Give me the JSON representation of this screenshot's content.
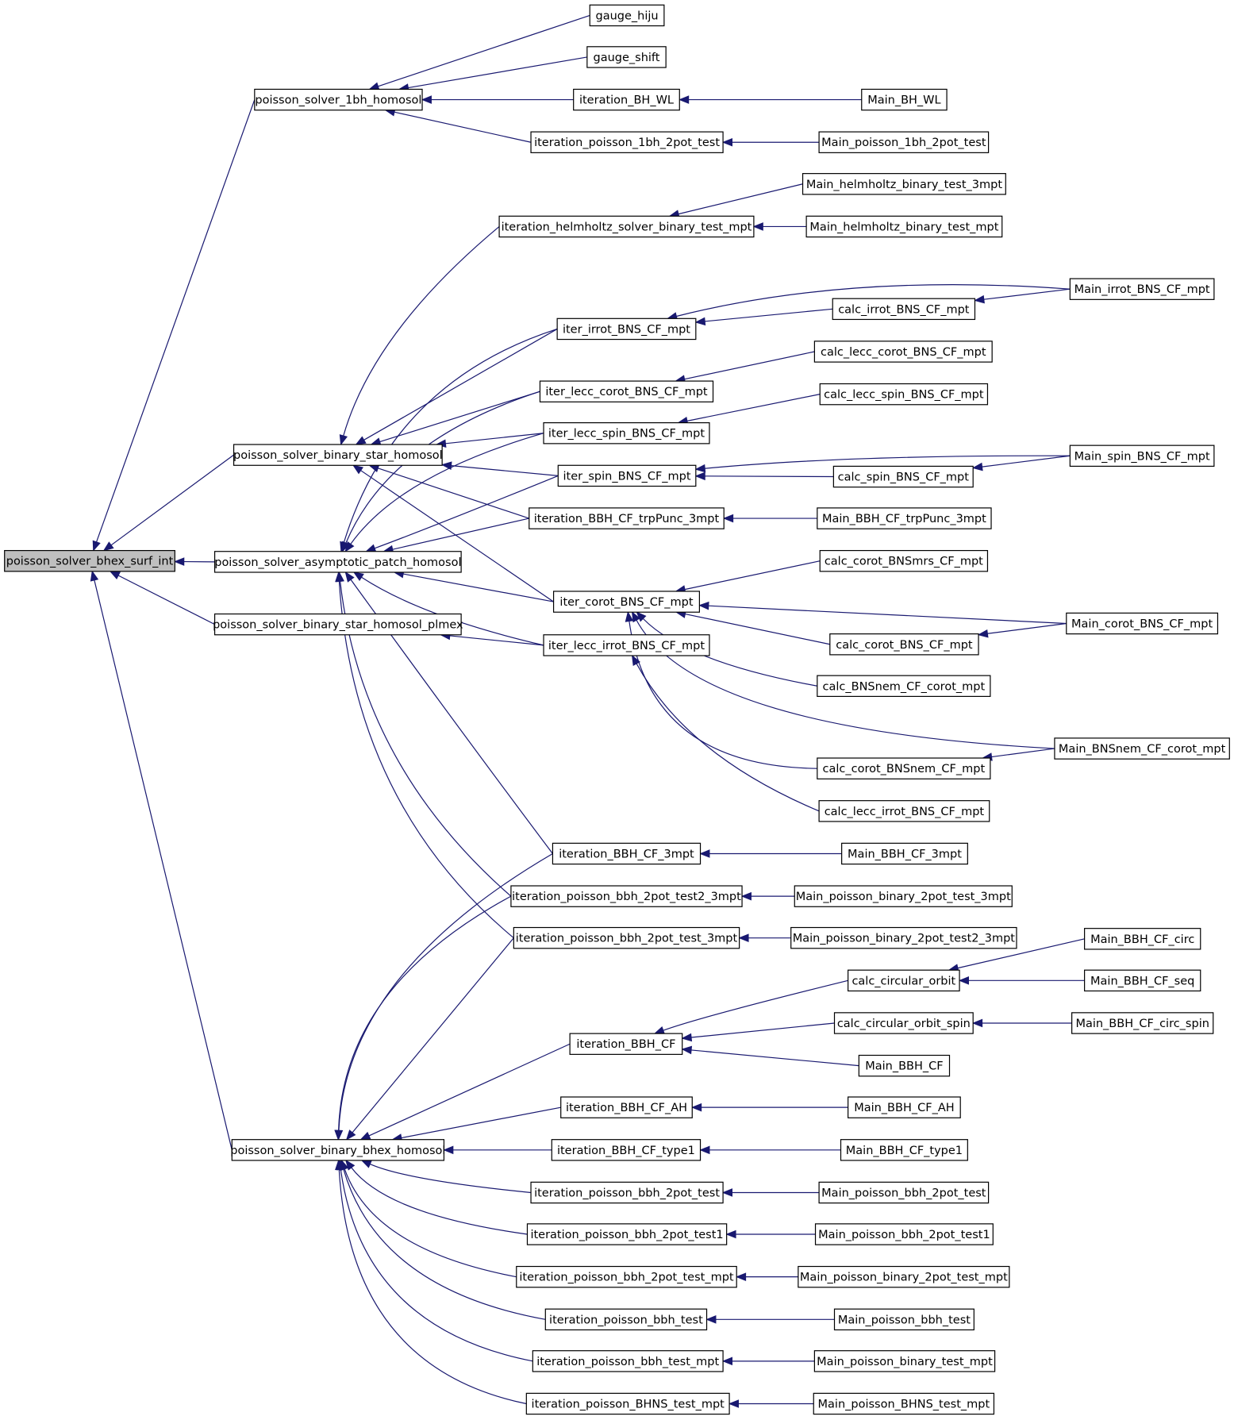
{
  "colors": {
    "edge": "#191970",
    "root_fill": "#bfbfbf",
    "node_fill": "#ffffff",
    "border": "#000000"
  },
  "root": "poisson_solver_bhex_surf_int",
  "nodes": [
    "poisson_solver_bhex_surf_int",
    "poisson_solver_1bh_homosol",
    "poisson_solver_binary_star_homosol",
    "poisson_solver_asymptotic_patch_homosol",
    "poisson_solver_binary_star_homosol_plmex",
    "poisson_solver_binary_bhex_homosol",
    "gauge_hiju",
    "gauge_shift",
    "iteration_BH_WL",
    "iteration_poisson_1bh_2pot_test",
    "iteration_helmholtz_solver_binary_test_mpt",
    "iter_irrot_BNS_CF_mpt",
    "iter_lecc_corot_BNS_CF_mpt",
    "iter_lecc_spin_BNS_CF_mpt",
    "iter_spin_BNS_CF_mpt",
    "iteration_BBH_CF_trpPunc_3mpt",
    "iter_corot_BNS_CF_mpt",
    "iter_lecc_irrot_BNS_CF_mpt",
    "iteration_BBH_CF_3mpt",
    "iteration_poisson_bbh_2pot_test2_3mpt",
    "iteration_poisson_bbh_2pot_test_3mpt",
    "iteration_BBH_CF",
    "iteration_BBH_CF_AH",
    "iteration_BBH_CF_type1",
    "iteration_poisson_bbh_2pot_test",
    "iteration_poisson_bbh_2pot_test1",
    "iteration_poisson_bbh_2pot_test_mpt",
    "iteration_poisson_bbh_test",
    "iteration_poisson_bbh_test_mpt",
    "iteration_poisson_BHNS_test_mpt",
    "Main_BH_WL",
    "Main_poisson_1bh_2pot_test",
    "Main_helmholtz_binary_test_3mpt",
    "Main_helmholtz_binary_test_mpt",
    "calc_irrot_BNS_CF_mpt",
    "calc_lecc_corot_BNS_CF_mpt",
    "calc_lecc_spin_BNS_CF_mpt",
    "calc_spin_BNS_CF_mpt",
    "Main_BBH_CF_trpPunc_3mpt",
    "calc_corot_BNSmrs_CF_mpt",
    "calc_corot_BNS_CF_mpt",
    "calc_BNSnem_CF_corot_mpt",
    "calc_corot_BNSnem_CF_mpt",
    "calc_lecc_irrot_BNS_CF_mpt",
    "Main_BBH_CF_3mpt",
    "Main_poisson_binary_2pot_test_3mpt",
    "Main_poisson_binary_2pot_test2_3mpt",
    "calc_circular_orbit",
    "calc_circular_orbit_spin",
    "Main_BBH_CF",
    "Main_BBH_CF_AH",
    "Main_BBH_CF_type1",
    "Main_poisson_bbh_2pot_test",
    "Main_poisson_bbh_2pot_test1",
    "Main_poisson_binary_2pot_test_mpt",
    "Main_poisson_bbh_test",
    "Main_poisson_binary_test_mpt",
    "Main_poisson_BHNS_test_mpt",
    "Main_irrot_BNS_CF_mpt",
    "Main_spin_BNS_CF_mpt",
    "Main_corot_BNS_CF_mpt",
    "Main_BNSnem_CF_corot_mpt",
    "Main_BBH_CF_circ",
    "Main_BBH_CF_seq",
    "Main_BBH_CF_circ_spin"
  ],
  "edges": [
    [
      "poisson_solver_1bh_homosol",
      "poisson_solver_bhex_surf_int"
    ],
    [
      "poisson_solver_binary_star_homosol",
      "poisson_solver_bhex_surf_int"
    ],
    [
      "poisson_solver_asymptotic_patch_homosol",
      "poisson_solver_bhex_surf_int"
    ],
    [
      "poisson_solver_binary_star_homosol_plmex",
      "poisson_solver_bhex_surf_int"
    ],
    [
      "poisson_solver_binary_bhex_homosol",
      "poisson_solver_bhex_surf_int"
    ],
    [
      "gauge_hiju",
      "poisson_solver_1bh_homosol"
    ],
    [
      "gauge_shift",
      "poisson_solver_1bh_homosol"
    ],
    [
      "iteration_BH_WL",
      "poisson_solver_1bh_homosol"
    ],
    [
      "iteration_poisson_1bh_2pot_test",
      "poisson_solver_1bh_homosol"
    ],
    [
      "Main_BH_WL",
      "iteration_BH_WL"
    ],
    [
      "Main_poisson_1bh_2pot_test",
      "iteration_poisson_1bh_2pot_test"
    ],
    [
      "iteration_helmholtz_solver_binary_test_mpt",
      "poisson_solver_binary_star_homosol"
    ],
    [
      "iter_irrot_BNS_CF_mpt",
      "poisson_solver_binary_star_homosol"
    ],
    [
      "iter_lecc_corot_BNS_CF_mpt",
      "poisson_solver_binary_star_homosol"
    ],
    [
      "iter_lecc_spin_BNS_CF_mpt",
      "poisson_solver_binary_star_homosol"
    ],
    [
      "iter_spin_BNS_CF_mpt",
      "poisson_solver_binary_star_homosol"
    ],
    [
      "iteration_BBH_CF_trpPunc_3mpt",
      "poisson_solver_binary_star_homosol"
    ],
    [
      "iter_corot_BNS_CF_mpt",
      "poisson_solver_binary_star_homosol"
    ],
    [
      "Main_helmholtz_binary_test_3mpt",
      "iteration_helmholtz_solver_binary_test_mpt"
    ],
    [
      "Main_helmholtz_binary_test_mpt",
      "iteration_helmholtz_solver_binary_test_mpt"
    ],
    [
      "calc_irrot_BNS_CF_mpt",
      "iter_irrot_BNS_CF_mpt"
    ],
    [
      "Main_irrot_BNS_CF_mpt",
      "iter_irrot_BNS_CF_mpt"
    ],
    [
      "Main_irrot_BNS_CF_mpt",
      "calc_irrot_BNS_CF_mpt"
    ],
    [
      "calc_lecc_corot_BNS_CF_mpt",
      "iter_lecc_corot_BNS_CF_mpt"
    ],
    [
      "calc_lecc_spin_BNS_CF_mpt",
      "iter_lecc_spin_BNS_CF_mpt"
    ],
    [
      "calc_spin_BNS_CF_mpt",
      "iter_spin_BNS_CF_mpt"
    ],
    [
      "Main_spin_BNS_CF_mpt",
      "iter_spin_BNS_CF_mpt"
    ],
    [
      "Main_spin_BNS_CF_mpt",
      "calc_spin_BNS_CF_mpt"
    ],
    [
      "Main_BBH_CF_trpPunc_3mpt",
      "iteration_BBH_CF_trpPunc_3mpt"
    ],
    [
      "iter_irrot_BNS_CF_mpt",
      "poisson_solver_asymptotic_patch_homosol"
    ],
    [
      "iter_lecc_corot_BNS_CF_mpt",
      "poisson_solver_asymptotic_patch_homosol"
    ],
    [
      "iter_lecc_spin_BNS_CF_mpt",
      "poisson_solver_asymptotic_patch_homosol"
    ],
    [
      "iter_spin_BNS_CF_mpt",
      "poisson_solver_asymptotic_patch_homosol"
    ],
    [
      "iteration_BBH_CF_trpPunc_3mpt",
      "poisson_solver_asymptotic_patch_homosol"
    ],
    [
      "iter_corot_BNS_CF_mpt",
      "poisson_solver_asymptotic_patch_homosol"
    ],
    [
      "iter_lecc_irrot_BNS_CF_mpt",
      "poisson_solver_asymptotic_patch_homosol"
    ],
    [
      "iteration_BBH_CF_3mpt",
      "poisson_solver_asymptotic_patch_homosol"
    ],
    [
      "iteration_poisson_bbh_2pot_test2_3mpt",
      "poisson_solver_asymptotic_patch_homosol"
    ],
    [
      "iteration_poisson_bbh_2pot_test_3mpt",
      "poisson_solver_asymptotic_patch_homosol"
    ],
    [
      "iter_lecc_irrot_BNS_CF_mpt",
      "poisson_solver_binary_star_homosol_plmex"
    ],
    [
      "calc_corot_BNSmrs_CF_mpt",
      "iter_corot_BNS_CF_mpt"
    ],
    [
      "Main_corot_BNS_CF_mpt",
      "iter_corot_BNS_CF_mpt"
    ],
    [
      "calc_corot_BNS_CF_mpt",
      "iter_corot_BNS_CF_mpt"
    ],
    [
      "calc_BNSnem_CF_corot_mpt",
      "iter_corot_BNS_CF_mpt"
    ],
    [
      "Main_BNSnem_CF_corot_mpt",
      "iter_corot_BNS_CF_mpt"
    ],
    [
      "calc_corot_BNSnem_CF_mpt",
      "iter_corot_BNS_CF_mpt"
    ],
    [
      "Main_corot_BNS_CF_mpt",
      "calc_corot_BNS_CF_mpt"
    ],
    [
      "Main_BNSnem_CF_corot_mpt",
      "calc_corot_BNSnem_CF_mpt"
    ],
    [
      "calc_lecc_irrot_BNS_CF_mpt",
      "iter_lecc_irrot_BNS_CF_mpt"
    ],
    [
      "Main_BBH_CF_3mpt",
      "iteration_BBH_CF_3mpt"
    ],
    [
      "Main_poisson_binary_2pot_test_3mpt",
      "iteration_poisson_bbh_2pot_test2_3mpt"
    ],
    [
      "Main_poisson_binary_2pot_test2_3mpt",
      "iteration_poisson_bbh_2pot_test_3mpt"
    ],
    [
      "iteration_BBH_CF_3mpt",
      "poisson_solver_binary_bhex_homosol"
    ],
    [
      "iteration_poisson_bbh_2pot_test2_3mpt",
      "poisson_solver_binary_bhex_homosol"
    ],
    [
      "iteration_poisson_bbh_2pot_test_3mpt",
      "poisson_solver_binary_bhex_homosol"
    ],
    [
      "iteration_BBH_CF",
      "poisson_solver_binary_bhex_homosol"
    ],
    [
      "iteration_BBH_CF_AH",
      "poisson_solver_binary_bhex_homosol"
    ],
    [
      "iteration_BBH_CF_type1",
      "poisson_solver_binary_bhex_homosol"
    ],
    [
      "iteration_poisson_bbh_2pot_test",
      "poisson_solver_binary_bhex_homosol"
    ],
    [
      "iteration_poisson_bbh_2pot_test1",
      "poisson_solver_binary_bhex_homosol"
    ],
    [
      "iteration_poisson_bbh_2pot_test_mpt",
      "poisson_solver_binary_bhex_homosol"
    ],
    [
      "iteration_poisson_bbh_test",
      "poisson_solver_binary_bhex_homosol"
    ],
    [
      "iteration_poisson_bbh_test_mpt",
      "poisson_solver_binary_bhex_homosol"
    ],
    [
      "iteration_poisson_BHNS_test_mpt",
      "poisson_solver_binary_bhex_homosol"
    ],
    [
      "calc_circular_orbit",
      "iteration_BBH_CF"
    ],
    [
      "calc_circular_orbit_spin",
      "iteration_BBH_CF"
    ],
    [
      "Main_BBH_CF",
      "iteration_BBH_CF"
    ],
    [
      "Main_BBH_CF_circ",
      "calc_circular_orbit"
    ],
    [
      "Main_BBH_CF_seq",
      "calc_circular_orbit"
    ],
    [
      "Main_BBH_CF_circ_spin",
      "calc_circular_orbit_spin"
    ],
    [
      "Main_BBH_CF_AH",
      "iteration_BBH_CF_AH"
    ],
    [
      "Main_BBH_CF_type1",
      "iteration_BBH_CF_type1"
    ],
    [
      "Main_poisson_bbh_2pot_test",
      "iteration_poisson_bbh_2pot_test"
    ],
    [
      "Main_poisson_bbh_2pot_test1",
      "iteration_poisson_bbh_2pot_test1"
    ],
    [
      "Main_poisson_binary_2pot_test_mpt",
      "iteration_poisson_bbh_2pot_test_mpt"
    ],
    [
      "Main_poisson_bbh_test",
      "iteration_poisson_bbh_test"
    ],
    [
      "Main_poisson_binary_test_mpt",
      "iteration_poisson_bbh_test_mpt"
    ],
    [
      "Main_poisson_BHNS_test_mpt",
      "iteration_poisson_BHNS_test_mpt"
    ]
  ]
}
